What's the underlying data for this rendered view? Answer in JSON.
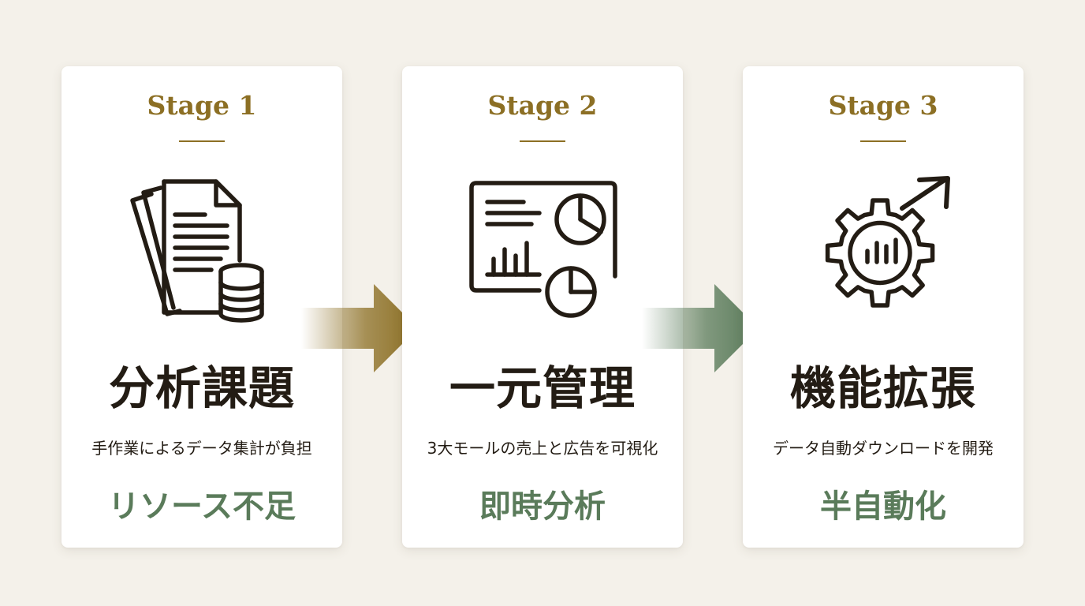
{
  "colors": {
    "background": "#f4f1ea",
    "card": "#ffffff",
    "gold": "#8c6f24",
    "green": "#5a7b5a",
    "ink": "#231c14"
  },
  "stages": [
    {
      "label": "Stage 1",
      "icon": "documents-database-icon",
      "title": "分析課題",
      "description": "手作業によるデータ集計が負担",
      "result": "リソース不足"
    },
    {
      "label": "Stage 2",
      "icon": "dashboard-chart-icon",
      "title": "一元管理",
      "description": "3大モールの売上と広告を可視化",
      "result": "即時分析"
    },
    {
      "label": "Stage 3",
      "icon": "gear-growth-icon",
      "title": "機能拡張",
      "description": "データ自動ダウンロードを開発",
      "result": "半自動化"
    }
  ],
  "arrows": [
    {
      "icon": "arrow-right-icon",
      "color": "#8c6f24"
    },
    {
      "icon": "arrow-right-icon",
      "color": "#5a7b5a"
    }
  ]
}
